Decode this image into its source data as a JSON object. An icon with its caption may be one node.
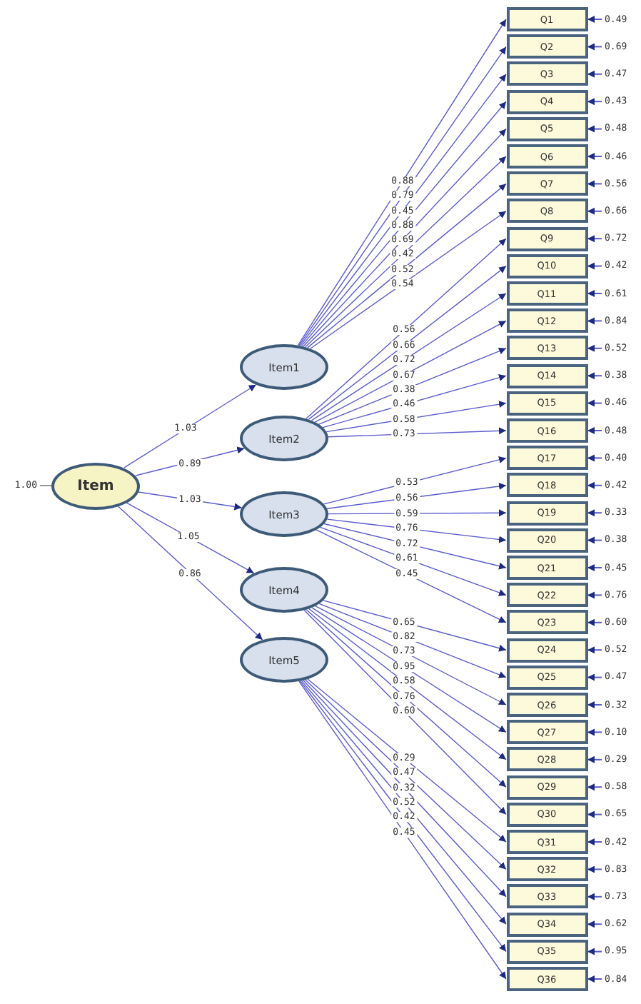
{
  "diagram": {
    "nodes": [
      {
        "text": [
          "Item"
        ]
      },
      {
        "text": [
          "Item1"
        ]
      },
      {
        "text": [
          "Item2"
        ]
      },
      {
        "text": [
          "Item3"
        ]
      },
      {
        "text": [
          "Item4"
        ]
      },
      {
        "text": [
          "Item5"
        ]
      },
      {
        "text": [
          "Q1"
        ]
      },
      {
        "text": [
          "Q2"
        ]
      },
      {
        "text": [
          "Q3"
        ]
      },
      {
        "text": [
          "Q4"
        ]
      },
      {
        "text": [
          "Q5"
        ]
      },
      {
        "text": [
          "Q6"
        ]
      },
      {
        "text": [
          "Q7"
        ]
      },
      {
        "text": [
          "Q8"
        ]
      },
      {
        "text": [
          "Q9"
        ]
      },
      {
        "text": [
          "Q10"
        ]
      },
      {
        "text": [
          "Q11"
        ]
      },
      {
        "text": [
          "Q12"
        ]
      },
      {
        "text": [
          "Q13"
        ]
      },
      {
        "text": [
          "Q14"
        ]
      },
      {
        "text": [
          "Q15"
        ]
      },
      {
        "text": [
          "Q16"
        ]
      },
      {
        "text": [
          "Q17"
        ]
      },
      {
        "text": [
          "Q18"
        ]
      },
      {
        "text": [
          "Q19"
        ]
      },
      {
        "text": [
          "Q20"
        ]
      },
      {
        "text": [
          "Q21"
        ]
      },
      {
        "text": [
          "Q22"
        ]
      },
      {
        "text": [
          "Q23"
        ]
      },
      {
        "text": [
          "Q24"
        ]
      },
      {
        "text": [
          "Q25"
        ]
      },
      {
        "text": [
          "Q26"
        ]
      },
      {
        "text": [
          "Q27"
        ]
      },
      {
        "text": [
          "Q28"
        ]
      },
      {
        "text": [
          "Q29"
        ]
      },
      {
        "text": [
          "Q30"
        ]
      },
      {
        "text": [
          "Q31"
        ]
      },
      {
        "text": [
          "Q32"
        ]
      },
      {
        "text": [
          "Q33"
        ]
      },
      {
        "text": [
          "Q34"
        ]
      },
      {
        "text": [
          "Q35"
        ]
      },
      {
        "text": [
          "Q36"
        ]
      }
    ],
    "edges": [
      {
        "from": 0,
        "to": 1,
        "arrow": "to",
        "label": "1.03"
      },
      {
        "from": 0,
        "to": 2,
        "arrow": "to",
        "label": "0.89"
      },
      {
        "from": 0,
        "to": 3,
        "arrow": "to",
        "label": "1.03"
      },
      {
        "from": 0,
        "to": 4,
        "arrow": "to",
        "label": "1.05"
      },
      {
        "from": 0,
        "to": 5,
        "arrow": "to",
        "label": "0.86"
      },
      {
        "from": 1,
        "to": 6,
        "arrow": "to",
        "label": "0.88"
      },
      {
        "from": 1,
        "to": 7,
        "arrow": "to",
        "label": "0.79"
      },
      {
        "from": 1,
        "to": 8,
        "arrow": "to",
        "label": "0.45"
      },
      {
        "from": 1,
        "to": 9,
        "arrow": "to",
        "label": "0.88"
      },
      {
        "from": 1,
        "to": 10,
        "arrow": "to",
        "label": "0.69"
      },
      {
        "from": 1,
        "to": 11,
        "arrow": "to",
        "label": "0.42"
      },
      {
        "from": 1,
        "to": 12,
        "arrow": "to",
        "label": "0.52"
      },
      {
        "from": 1,
        "to": 13,
        "arrow": "to",
        "label": "0.54"
      },
      {
        "from": 2,
        "to": 14,
        "arrow": "to",
        "label": "0.56"
      },
      {
        "from": 2,
        "to": 15,
        "arrow": "to",
        "label": "0.66"
      },
      {
        "from": 2,
        "to": 16,
        "arrow": "to",
        "label": "0.72"
      },
      {
        "from": 2,
        "to": 17,
        "arrow": "to",
        "label": "0.67"
      },
      {
        "from": 2,
        "to": 18,
        "arrow": "to",
        "label": "0.38"
      },
      {
        "from": 2,
        "to": 19,
        "arrow": "to",
        "label": "0.46"
      },
      {
        "from": 2,
        "to": 20,
        "arrow": "to",
        "label": "0.58"
      },
      {
        "from": 2,
        "to": 21,
        "arrow": "to",
        "label": "0.73"
      },
      {
        "from": 3,
        "to": 22,
        "arrow": "to",
        "label": "0.53"
      },
      {
        "from": 3,
        "to": 23,
        "arrow": "to",
        "label": "0.56"
      },
      {
        "from": 3,
        "to": 24,
        "arrow": "to",
        "label": "0.59"
      },
      {
        "from": 3,
        "to": 25,
        "arrow": "to",
        "label": "0.76"
      },
      {
        "from": 3,
        "to": 26,
        "arrow": "to",
        "label": "0.72"
      },
      {
        "from": 3,
        "to": 27,
        "arrow": "to",
        "label": "0.61"
      },
      {
        "from": 3,
        "to": 28,
        "arrow": "to",
        "label": "0.45"
      },
      {
        "from": 4,
        "to": 29,
        "arrow": "to",
        "label": "0.65"
      },
      {
        "from": 4,
        "to": 30,
        "arrow": "to",
        "label": "0.82"
      },
      {
        "from": 4,
        "to": 31,
        "arrow": "to",
        "label": "0.73"
      },
      {
        "from": 4,
        "to": 32,
        "arrow": "to",
        "label": "0.95"
      },
      {
        "from": 4,
        "to": 33,
        "arrow": "to",
        "label": "0.58"
      },
      {
        "from": 4,
        "to": 34,
        "arrow": "to",
        "label": "0.76"
      },
      {
        "from": 4,
        "to": 35,
        "arrow": "to",
        "label": "0.60"
      },
      {
        "from": 5,
        "to": 36,
        "arrow": "to",
        "label": "0.29"
      },
      {
        "from": 5,
        "to": 37,
        "arrow": "to",
        "label": "0.47"
      },
      {
        "from": 5,
        "to": 38,
        "arrow": "to",
        "label": "0.32"
      },
      {
        "from": 5,
        "to": 39,
        "arrow": "to",
        "label": "0.52"
      },
      {
        "from": 5,
        "to": 40,
        "arrow": "to",
        "label": "0.42"
      },
      {
        "from": 5,
        "to": 41,
        "arrow": "to",
        "label": "0.45"
      },
      {
        "from": null,
        "to": 6,
        "arrow": "to",
        "label": "0.49"
      },
      {
        "from": null,
        "to": 7,
        "arrow": "to",
        "label": "0.69"
      },
      {
        "from": null,
        "to": 8,
        "arrow": "to",
        "label": "0.47"
      },
      {
        "from": null,
        "to": 9,
        "arrow": "to",
        "label": "0.43"
      },
      {
        "from": null,
        "to": 10,
        "arrow": "to",
        "label": "0.48"
      },
      {
        "from": null,
        "to": 11,
        "arrow": "to",
        "label": "0.46"
      },
      {
        "from": null,
        "to": 12,
        "arrow": "to",
        "label": "0.56"
      },
      {
        "from": null,
        "to": 13,
        "arrow": "to",
        "label": "0.66"
      },
      {
        "from": null,
        "to": 14,
        "arrow": "to",
        "label": "0.72"
      },
      {
        "from": null,
        "to": 15,
        "arrow": "to",
        "label": "0.42"
      },
      {
        "from": null,
        "to": 16,
        "arrow": "to",
        "label": "0.61"
      },
      {
        "from": null,
        "to": 17,
        "arrow": "to",
        "label": "0.84"
      },
      {
        "from": null,
        "to": 18,
        "arrow": "to",
        "label": "0.52"
      },
      {
        "from": null,
        "to": 19,
        "arrow": "to",
        "label": "0.38"
      },
      {
        "from": null,
        "to": 20,
        "arrow": "to",
        "label": "0.46"
      },
      {
        "from": null,
        "to": 21,
        "arrow": "to",
        "label": "0.48"
      },
      {
        "from": null,
        "to": 22,
        "arrow": "to",
        "label": "0.40"
      },
      {
        "from": null,
        "to": 23,
        "arrow": "to",
        "label": "0.42"
      },
      {
        "from": null,
        "to": 24,
        "arrow": "to",
        "label": "0.33"
      },
      {
        "from": null,
        "to": 25,
        "arrow": "to",
        "label": "0.38"
      },
      {
        "from": null,
        "to": 26,
        "arrow": "to",
        "label": "0.45"
      },
      {
        "from": null,
        "to": 27,
        "arrow": "to",
        "label": "0.76"
      },
      {
        "from": null,
        "to": 28,
        "arrow": "to",
        "label": "0.60"
      },
      {
        "from": null,
        "to": 29,
        "arrow": "to",
        "label": "0.52"
      },
      {
        "from": null,
        "to": 30,
        "arrow": "to",
        "label": "0.47"
      },
      {
        "from": null,
        "to": 31,
        "arrow": "to",
        "label": "0.32"
      },
      {
        "from": null,
        "to": 32,
        "arrow": "to",
        "label": "0.10"
      },
      {
        "from": null,
        "to": 33,
        "arrow": "to",
        "label": "0.29"
      },
      {
        "from": null,
        "to": 34,
        "arrow": "to",
        "label": "0.58"
      },
      {
        "from": null,
        "to": 35,
        "arrow": "to",
        "label": "0.65"
      },
      {
        "from": null,
        "to": 36,
        "arrow": "to",
        "label": "0.42"
      },
      {
        "from": null,
        "to": 37,
        "arrow": "to",
        "label": "0.83"
      },
      {
        "from": null,
        "to": 38,
        "arrow": "to",
        "label": "0.73"
      },
      {
        "from": null,
        "to": 39,
        "arrow": "to",
        "label": "0.62"
      },
      {
        "from": null,
        "to": 40,
        "arrow": "to",
        "label": "0.95"
      },
      {
        "from": null,
        "to": 41,
        "arrow": "to",
        "label": "0.84"
      },
      {
        "from": null,
        "to": 0,
        "arrow": "none",
        "label": "1.00"
      }
    ]
  }
}
